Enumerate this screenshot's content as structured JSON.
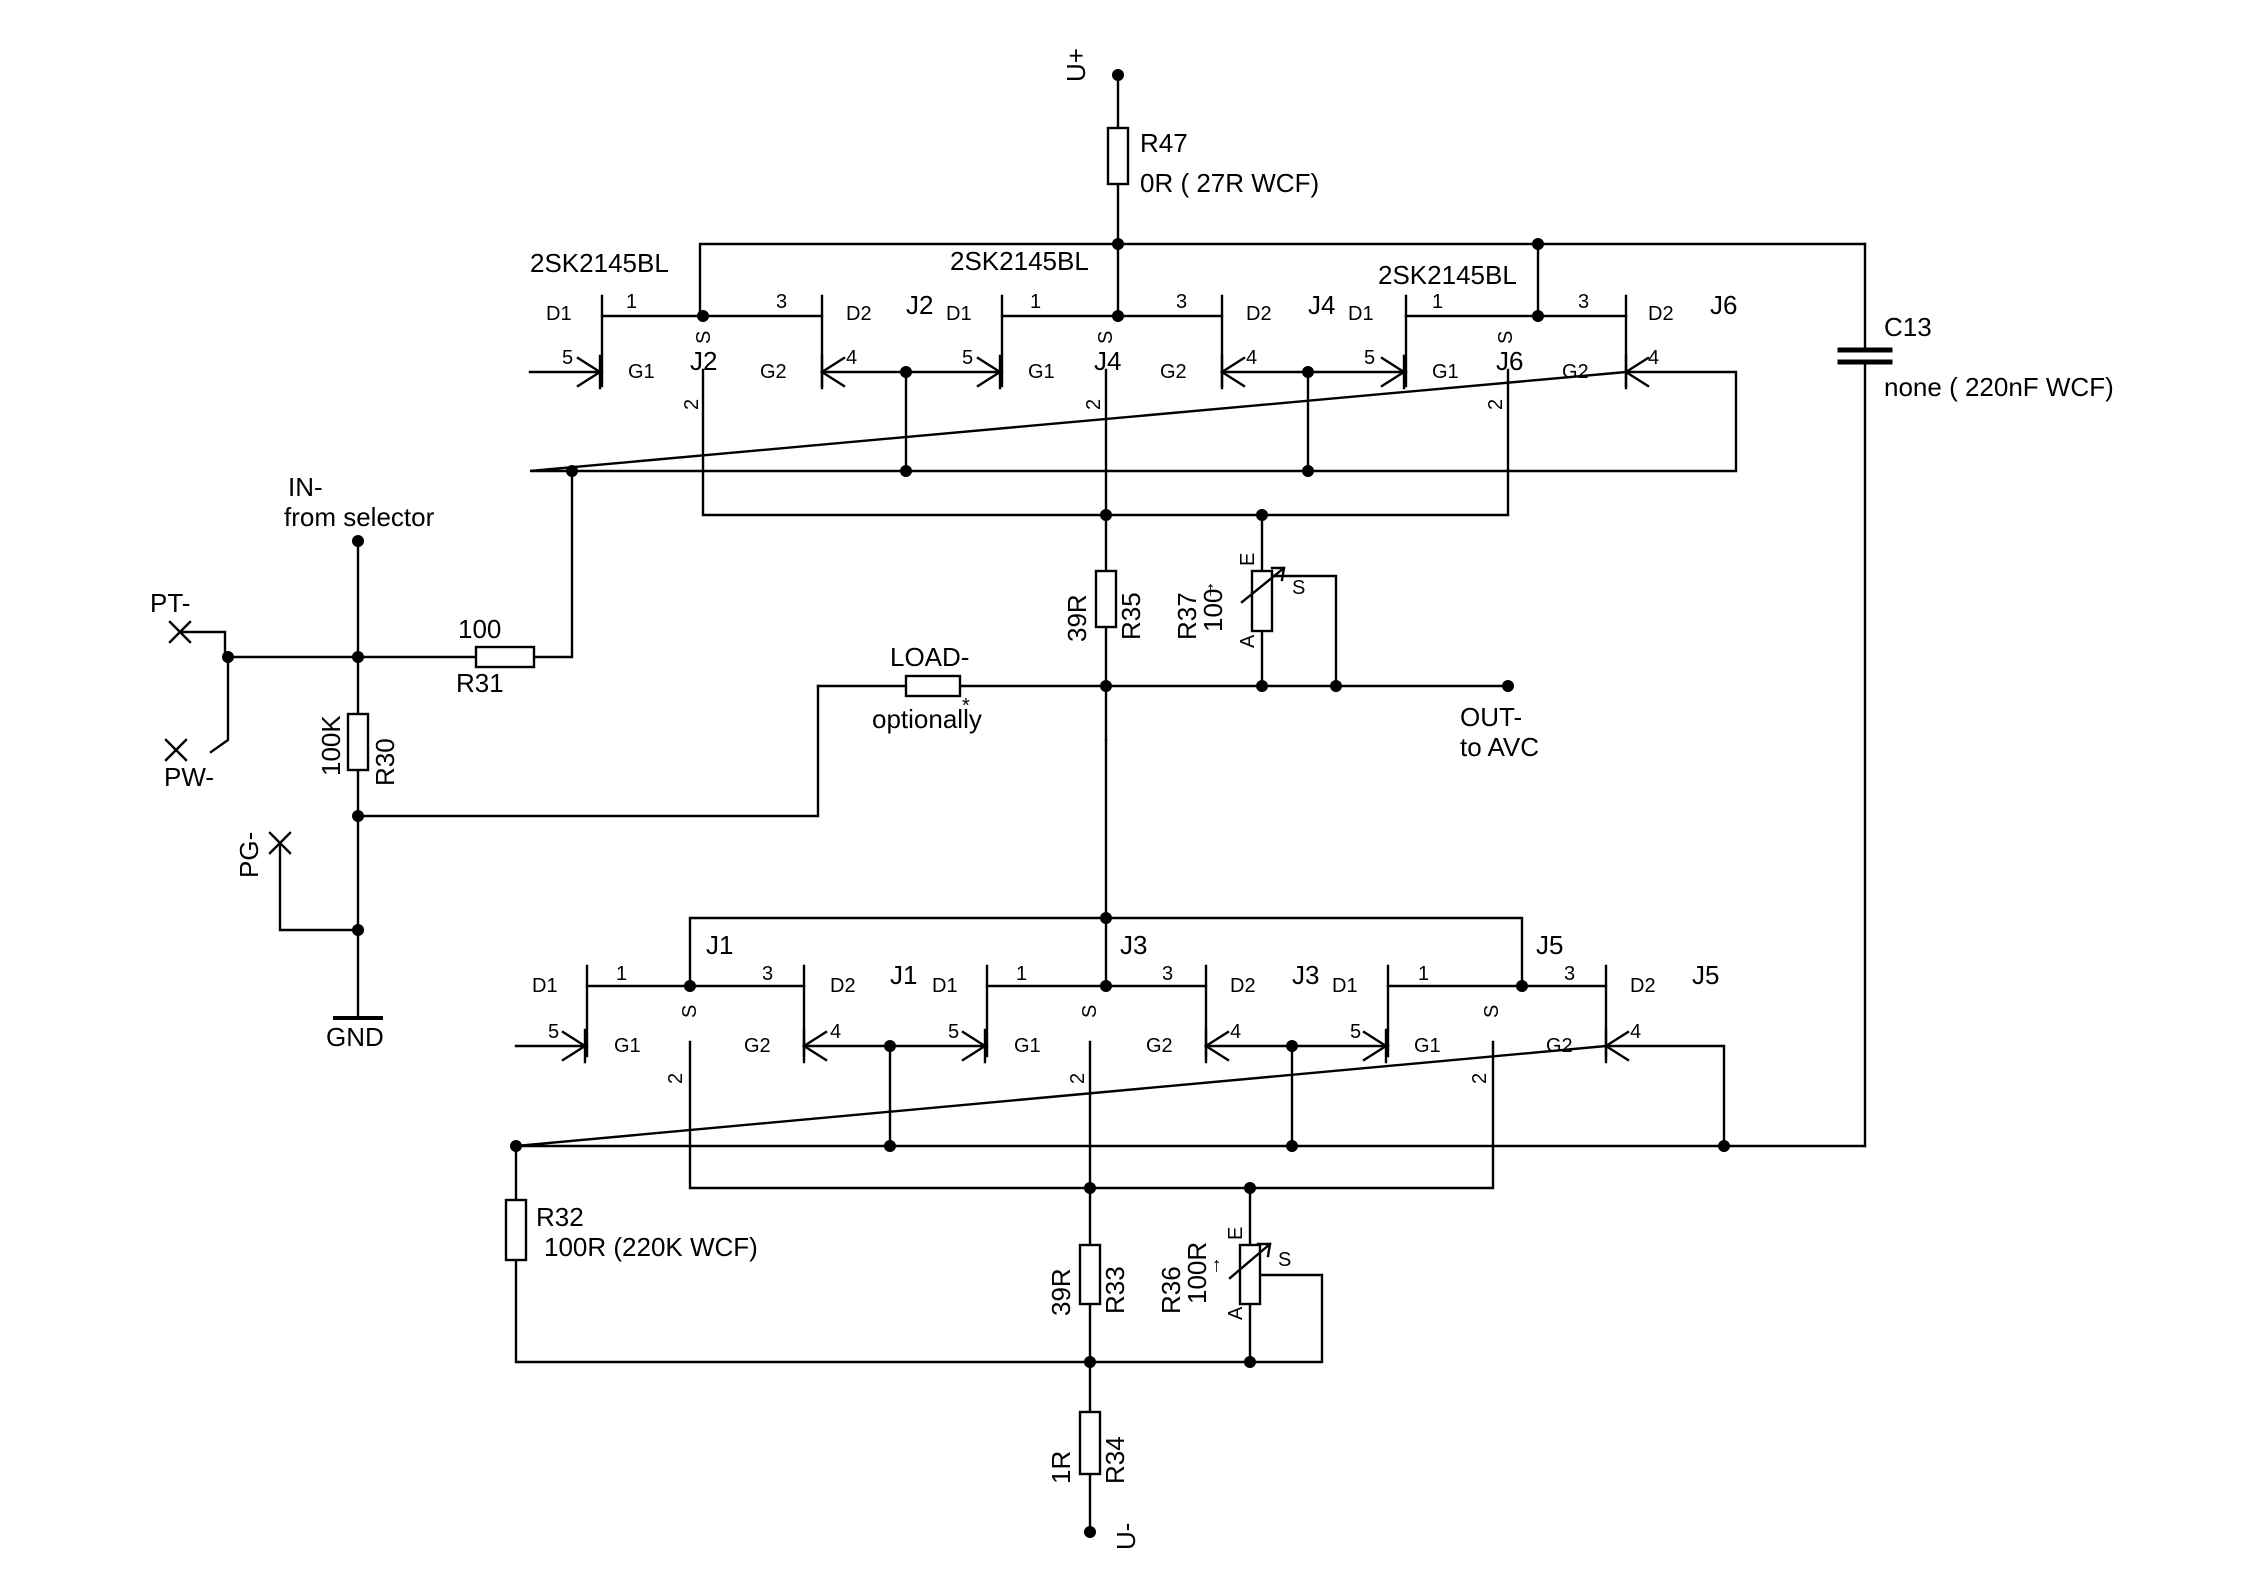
{
  "rails": {
    "u_plus": "U+",
    "u_minus": "U-",
    "gnd": "GND"
  },
  "inputs": {
    "in_label": "IN-",
    "in_sub": "from selector",
    "pt": "PT-",
    "pw": "PW-",
    "pg": "PG-"
  },
  "outputs": {
    "out_label": "OUT-",
    "out_sub": "to AVC"
  },
  "load": {
    "label": "LOAD-",
    "note": "optionally"
  },
  "jfet_part": "2SK2145BL",
  "pins": {
    "d1": "D1",
    "d2": "D2",
    "g1": "G1",
    "g2": "G2",
    "s": "S",
    "p1": "1",
    "p2": "2",
    "p3": "3",
    "p4": "4",
    "p5": "5"
  },
  "components": {
    "r47": {
      "ref": "R47",
      "value": "0R ( 27R WCF)"
    },
    "c13": {
      "ref": "C13",
      "value": "none ( 220nF WCF)"
    },
    "r31": {
      "ref": "R31",
      "value": "100"
    },
    "r30": {
      "ref": "R30",
      "value": "100K"
    },
    "r35": {
      "ref": "R35",
      "value": "39R"
    },
    "r37": {
      "ref": "R37",
      "value": "100",
      "pin_e": "E",
      "pin_a": "A",
      "pin_s": "S"
    },
    "r32": {
      "ref": "R32",
      "value": "100R (220K WCF)"
    },
    "r33": {
      "ref": "R33",
      "value": "39R"
    },
    "r36": {
      "ref": "R36",
      "value": "100R",
      "pin_e": "E",
      "pin_a": "A",
      "pin_s": "S"
    },
    "r34": {
      "ref": "R34",
      "value": "1R"
    }
  },
  "jfets": {
    "top": [
      {
        "ref": "J2",
        "name": "J2"
      },
      {
        "ref": "J4",
        "name": "J4"
      },
      {
        "ref": "J6",
        "name": "J6"
      }
    ],
    "bottom": [
      {
        "ref": "J1",
        "name": "J1"
      },
      {
        "ref": "J3",
        "name": "J3"
      },
      {
        "ref": "J5",
        "name": "J5"
      }
    ]
  }
}
